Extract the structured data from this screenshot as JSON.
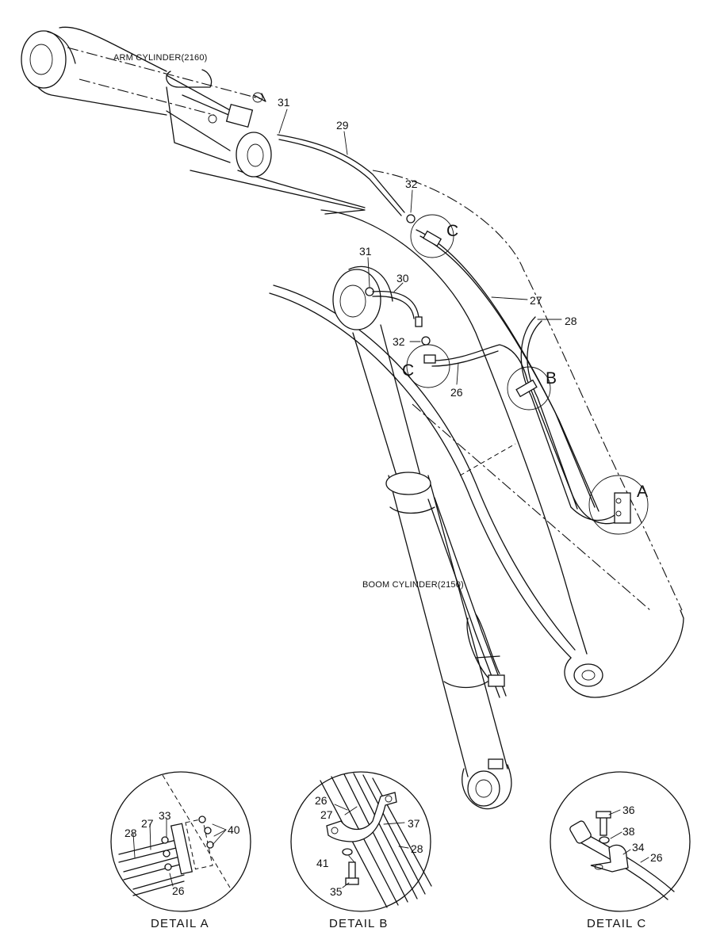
{
  "captions": {
    "arm_cylinder": "ARM CYLINDER(2160)",
    "boom_cylinder": "BOOM CYLINDER(2150)"
  },
  "callouts": {
    "n31_top": "31",
    "n29": "29",
    "n32_top": "32",
    "n31_mid": "31",
    "n30": "30",
    "n32_mid": "32",
    "n27": "27",
    "n28": "28",
    "n26": "26"
  },
  "detail_markers": {
    "c_top": "C",
    "c_mid": "C",
    "b": "B",
    "a": "A"
  },
  "detail_a": {
    "title": "DETAIL  A",
    "labels": {
      "n28": "28",
      "n27": "27",
      "n33": "33",
      "n40": "40",
      "n26": "26"
    }
  },
  "detail_b": {
    "title": "DETAIL  B",
    "labels": {
      "n26": "26",
      "n27": "27",
      "n37": "37",
      "n28": "28",
      "n41": "41",
      "n35": "35"
    }
  },
  "detail_c": {
    "title": "DETAIL  C",
    "labels": {
      "n36": "36",
      "n38": "38",
      "n34": "34",
      "n26": "26"
    }
  }
}
